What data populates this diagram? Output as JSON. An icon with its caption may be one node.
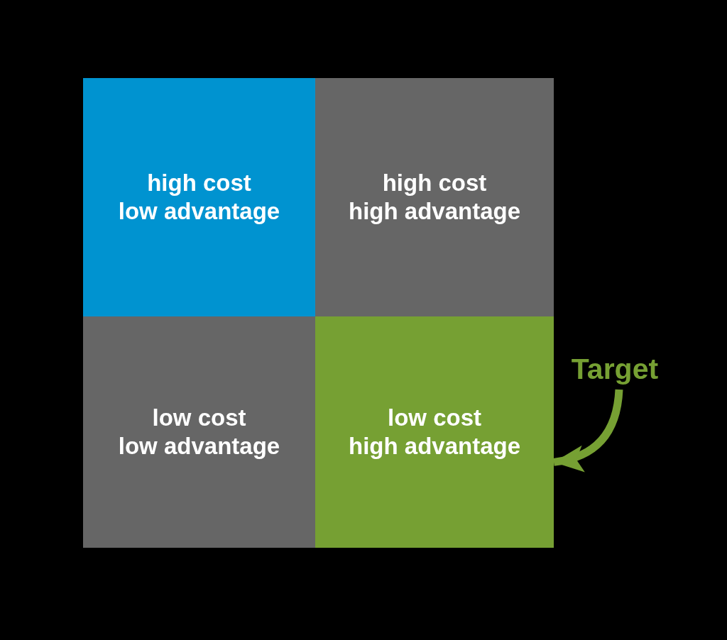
{
  "diagram": {
    "nodes": [
      {
        "text": [
          "high cost low advantage"
        ]
      },
      {
        "text": [
          "high cost high advantage"
        ]
      },
      {
        "text": [
          "low cost low advantage"
        ]
      },
      {
        "text": [
          "low cost high advantage"
        ]
      },
      {
        "text": [
          "Target"
        ]
      }
    ],
    "edges": [
      {
        "from": 4,
        "to": 3,
        "arrow": "to"
      }
    ]
  }
}
